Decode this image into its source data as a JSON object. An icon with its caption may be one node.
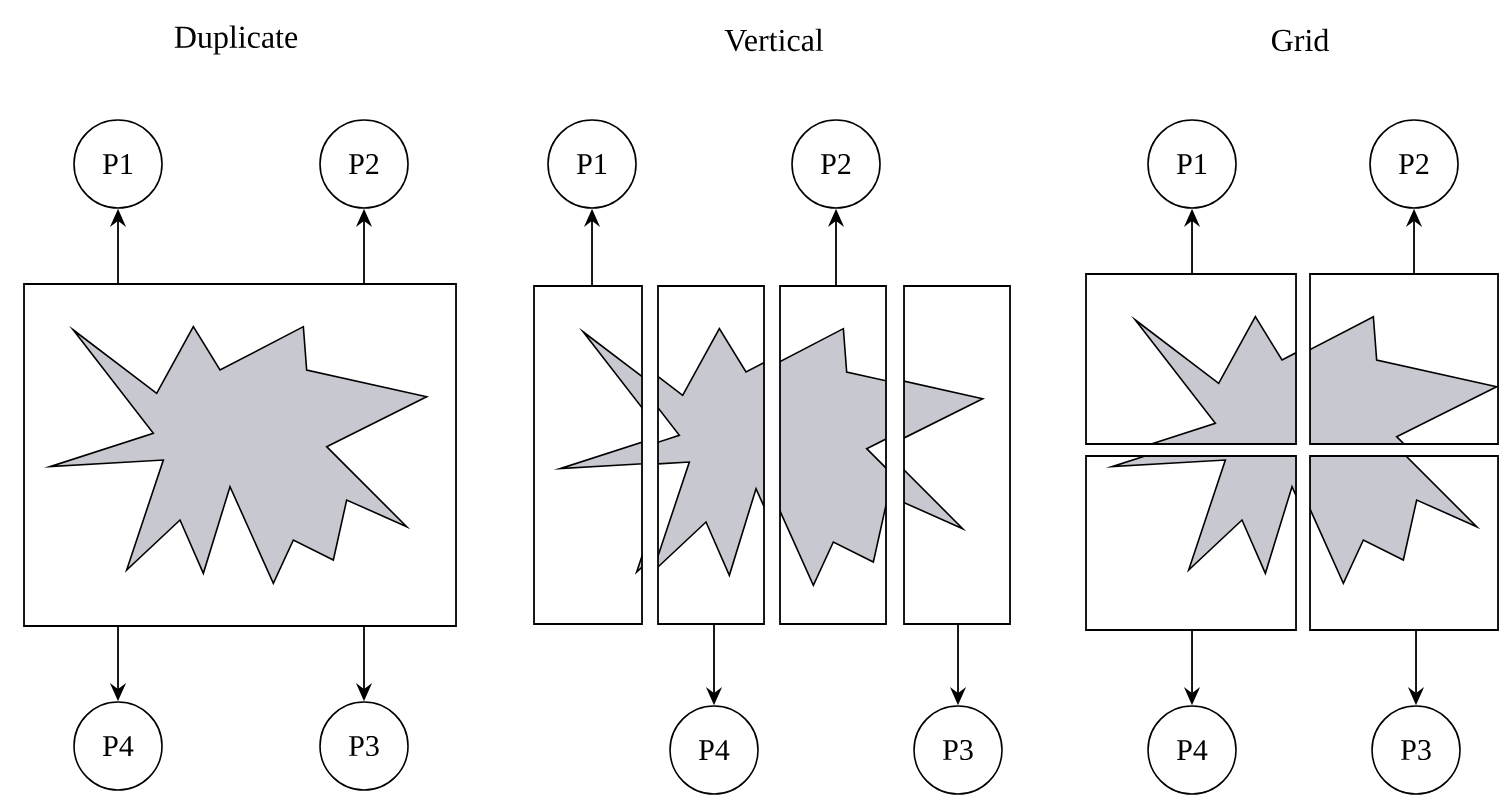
{
  "diagram": {
    "nodes": [
      {
        "text": [
          "P1"
        ]
      },
      {
        "text": [
          "P2"
        ]
      },
      {
        "text": [],
        "shape": "box"
      },
      {
        "text": [
          "P4"
        ]
      },
      {
        "text": [
          "P3"
        ]
      },
      {
        "text": [
          "P1"
        ]
      },
      {
        "text": [
          "P2"
        ]
      },
      {
        "text": [],
        "shape": "box"
      },
      {
        "text": [],
        "shape": "box"
      },
      {
        "text": [],
        "shape": "box"
      },
      {
        "text": [],
        "shape": "box"
      },
      {
        "text": [
          "P4"
        ]
      },
      {
        "text": [
          "P3"
        ]
      },
      {
        "text": [
          "P1"
        ]
      },
      {
        "text": [
          "P2"
        ]
      },
      {
        "text": [],
        "shape": "box"
      },
      {
        "text": [],
        "shape": "box"
      },
      {
        "text": [],
        "shape": "box"
      },
      {
        "text": [],
        "shape": "box"
      },
      {
        "text": [
          "P4"
        ]
      },
      {
        "text": [
          "P3"
        ]
      }
    ],
    "edges": [
      {
        "from": 2,
        "to": 0,
        "arrow": "to"
      },
      {
        "from": 2,
        "to": 1,
        "arrow": "to"
      },
      {
        "from": 2,
        "to": 3,
        "arrow": "to"
      },
      {
        "from": 2,
        "to": 4,
        "arrow": "to"
      },
      {
        "from": 7,
        "to": 5,
        "arrow": "to"
      },
      {
        "from": 9,
        "to": 6,
        "arrow": "to"
      },
      {
        "from": 8,
        "to": 11,
        "arrow": "to"
      },
      {
        "from": 10,
        "to": 12,
        "arrow": "to"
      },
      {
        "from": 15,
        "to": 13,
        "arrow": "to"
      },
      {
        "from": 16,
        "to": 14,
        "arrow": "to"
      },
      {
        "from": 17,
        "to": 19,
        "arrow": "to"
      },
      {
        "from": 18,
        "to": 20,
        "arrow": "to"
      }
    ],
    "labels": [
      "Duplicate",
      "Vertical",
      "Grid"
    ]
  }
}
